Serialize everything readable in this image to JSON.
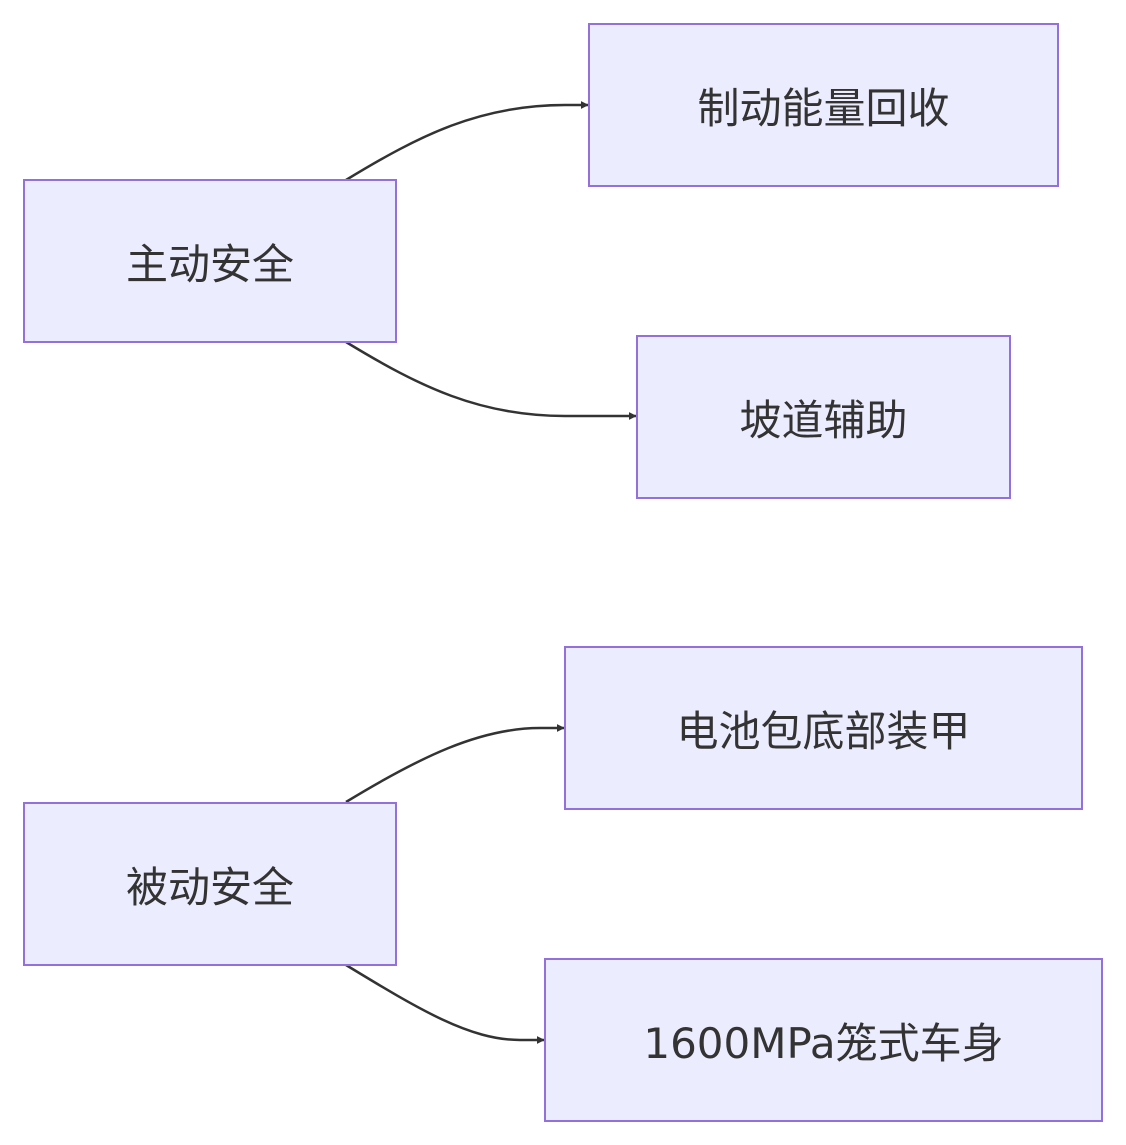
{
  "colors": {
    "node_fill": "#ececff",
    "node_border": "#9370db",
    "edge": "#333333",
    "text": "#333333"
  },
  "nodes": {
    "active_safety": "主动安全",
    "regen_braking": "制动能量回收",
    "hill_assist": "坡道辅助",
    "passive_safety": "被动安全",
    "battery_armor": "电池包底部装甲",
    "cage_body": "1600MPa笼式车身"
  },
  "edges": [
    {
      "from": "active_safety",
      "to": "regen_braking"
    },
    {
      "from": "active_safety",
      "to": "hill_assist"
    },
    {
      "from": "passive_safety",
      "to": "battery_armor"
    },
    {
      "from": "passive_safety",
      "to": "cage_body"
    }
  ]
}
